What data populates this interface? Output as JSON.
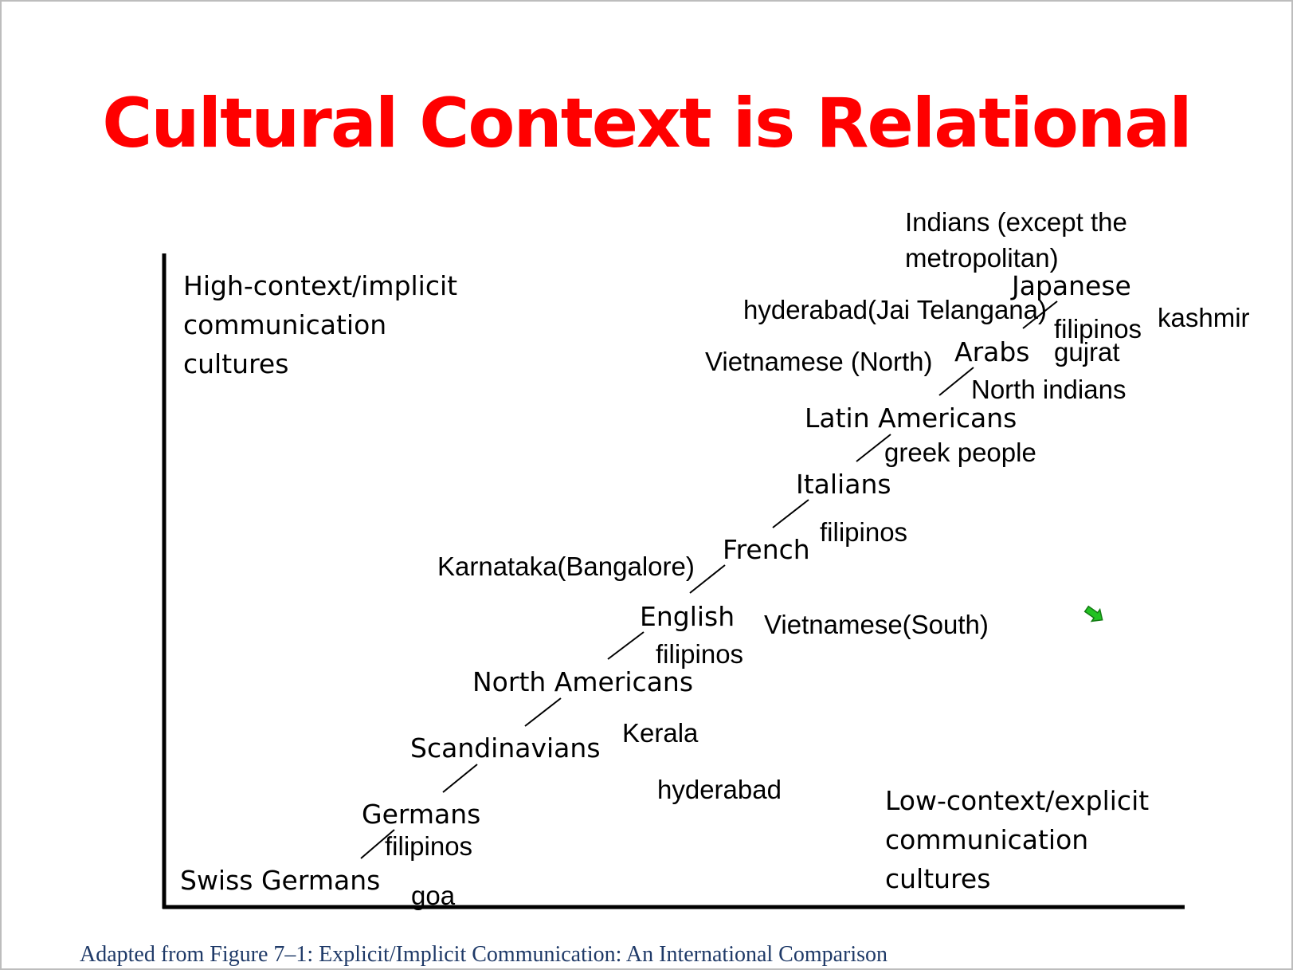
{
  "title": "Cultural Context is Relational",
  "axis_labels": {
    "high": [
      "High-context/implicit",
      "communication",
      "cultures"
    ],
    "low": [
      "Low-context/explicit",
      "communication",
      "cultures"
    ]
  },
  "culture_scale": [
    "Swiss Germans",
    "Germans",
    "Scandinavians",
    "North Americans",
    "English",
    "French",
    "Italians",
    "Latin Americans",
    "Arabs",
    "Japanese"
  ],
  "annotations": {
    "indians": [
      "Indians (except the",
      "metropolitan)"
    ],
    "hyderabad_jai": "hyderabad(Jai Telangana)",
    "filipinos_top": "filipinos",
    "kashmir": "kashmir",
    "gujrat": "gujrat",
    "vietnamese_north": "Vietnamese (North)",
    "north_indians": "North indians",
    "greek_people": "greek people",
    "filipinos_italians": "filipinos",
    "karnataka": "Karnataka(Bangalore)",
    "vietnamese_south": "Vietnamese(South)",
    "filipinos_english": "filipinos",
    "kerala": "Kerala",
    "hyderabad": "hyderabad",
    "filipinos_germans": "filipinos",
    "goa": "goa"
  },
  "caption": "Adapted from Figure 7–1: Explicit/Implicit Communication: An International Comparison",
  "colors": {
    "title": "#ff0000",
    "caption": "#1f3a68",
    "cursor": "#22c222"
  },
  "icons": {
    "cursor": "green-arrow-cursor-icon"
  }
}
